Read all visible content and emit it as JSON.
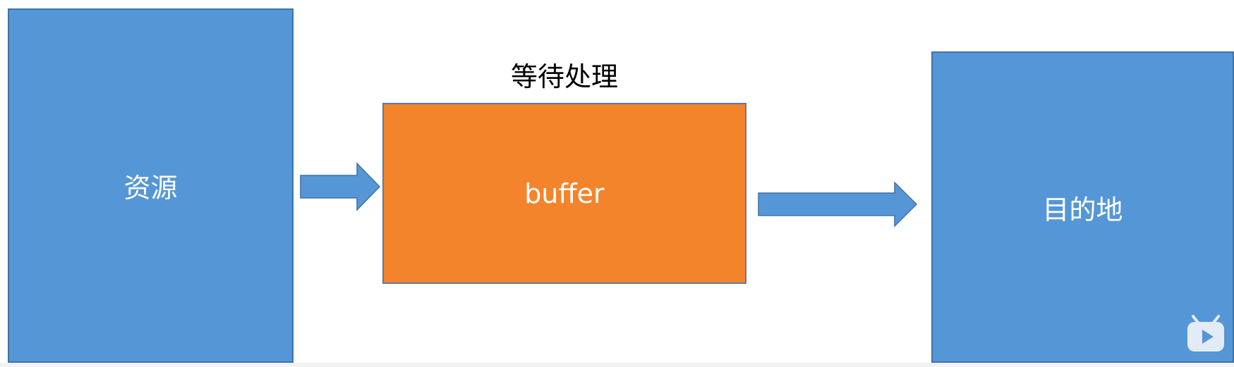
{
  "diagram": {
    "source_label": "资源",
    "buffer_label": "buffer",
    "buffer_caption": "等待处理",
    "destination_label": "目的地"
  },
  "colors": {
    "box_fill": "#5596d6",
    "box_border": "#3f73a8",
    "buffer_fill": "#f4842c",
    "arrow_fill": "#5596d6",
    "label_text": "#ffffff",
    "caption_text": "#000000",
    "badge_fill": "#e3ecf6"
  },
  "icons": {
    "badge": "tv-play-icon"
  }
}
